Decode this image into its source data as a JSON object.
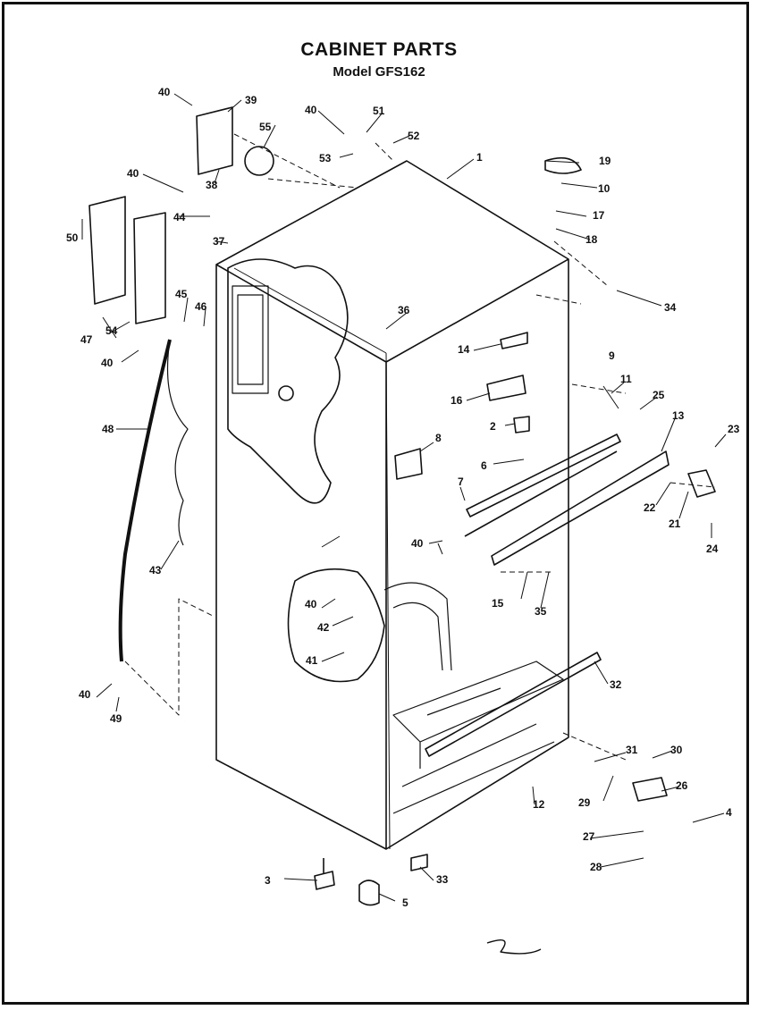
{
  "header": {
    "title": "CABINET PARTS",
    "model": "Model GFS162"
  },
  "callouts": [
    {
      "id": "c1",
      "text": "1"
    },
    {
      "id": "c2",
      "text": "2"
    },
    {
      "id": "c3",
      "text": "3"
    },
    {
      "id": "c4",
      "text": "4"
    },
    {
      "id": "c5",
      "text": "5"
    },
    {
      "id": "c6",
      "text": "6"
    },
    {
      "id": "c7",
      "text": "7"
    },
    {
      "id": "c8",
      "text": "8"
    },
    {
      "id": "c9",
      "text": "9"
    },
    {
      "id": "c10",
      "text": "10"
    },
    {
      "id": "c11",
      "text": "11"
    },
    {
      "id": "c12",
      "text": "12"
    },
    {
      "id": "c13",
      "text": "13"
    },
    {
      "id": "c14",
      "text": "14"
    },
    {
      "id": "c15",
      "text": "15"
    },
    {
      "id": "c16",
      "text": "16"
    },
    {
      "id": "c17",
      "text": "17"
    },
    {
      "id": "c18",
      "text": "18"
    },
    {
      "id": "c19",
      "text": "19"
    },
    {
      "id": "c21",
      "text": "21"
    },
    {
      "id": "c22",
      "text": "22"
    },
    {
      "id": "c23",
      "text": "23"
    },
    {
      "id": "c24",
      "text": "24"
    },
    {
      "id": "c25",
      "text": "25"
    },
    {
      "id": "c26",
      "text": "26"
    },
    {
      "id": "c27",
      "text": "27"
    },
    {
      "id": "c28",
      "text": "28"
    },
    {
      "id": "c29",
      "text": "29"
    },
    {
      "id": "c30",
      "text": "30"
    },
    {
      "id": "c31",
      "text": "31"
    },
    {
      "id": "c32",
      "text": "32"
    },
    {
      "id": "c33",
      "text": "33"
    },
    {
      "id": "c34",
      "text": "34"
    },
    {
      "id": "c35",
      "text": "35"
    },
    {
      "id": "c36",
      "text": "36"
    },
    {
      "id": "c37",
      "text": "37"
    },
    {
      "id": "c38",
      "text": "38"
    },
    {
      "id": "c39",
      "text": "39"
    },
    {
      "id": "c40a",
      "text": "40"
    },
    {
      "id": "c40b",
      "text": "40"
    },
    {
      "id": "c40c",
      "text": "40"
    },
    {
      "id": "c40d",
      "text": "40"
    },
    {
      "id": "c40e",
      "text": "40"
    },
    {
      "id": "c40f",
      "text": "40"
    },
    {
      "id": "c40g",
      "text": "40"
    },
    {
      "id": "c41",
      "text": "41"
    },
    {
      "id": "c42",
      "text": "42"
    },
    {
      "id": "c43",
      "text": "43"
    },
    {
      "id": "c44",
      "text": "44"
    },
    {
      "id": "c45",
      "text": "45"
    },
    {
      "id": "c46",
      "text": "46"
    },
    {
      "id": "c47",
      "text": "47"
    },
    {
      "id": "c48",
      "text": "48"
    },
    {
      "id": "c49",
      "text": "49"
    },
    {
      "id": "c50",
      "text": "50"
    },
    {
      "id": "c51",
      "text": "51"
    },
    {
      "id": "c52",
      "text": "52"
    },
    {
      "id": "c53",
      "text": "53"
    },
    {
      "id": "c54",
      "text": "54"
    },
    {
      "id": "c55",
      "text": "55"
    }
  ]
}
